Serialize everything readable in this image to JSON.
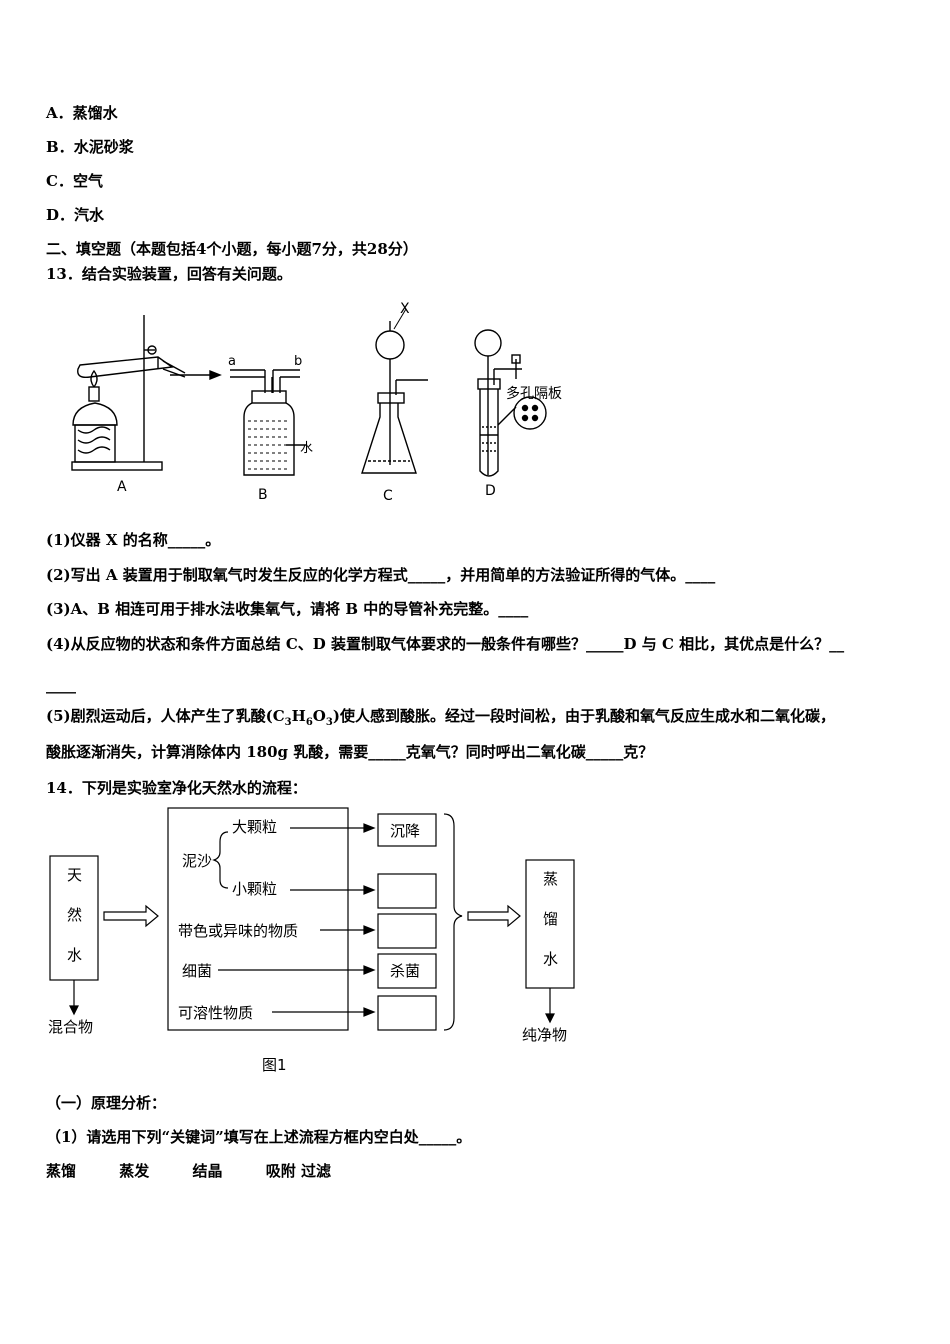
{
  "choices": [
    {
      "letter": "A．",
      "text": "蒸馏水"
    },
    {
      "letter": "B．",
      "text": "水泥砂浆"
    },
    {
      "letter": "C．",
      "text": "空气"
    },
    {
      "letter": "D．",
      "text": "汽水"
    }
  ],
  "section_heading": "二、填空题（本题包括4个小题，每小题7分，共28分）",
  "q13": {
    "stem": "13．结合实验装置，回答有关问题。",
    "figure": {
      "label_a": "A",
      "label_b": "B",
      "label_c": "C",
      "label_d": "D",
      "tube_a": "a",
      "tube_b": "b",
      "water": "水",
      "funnel_x": "X",
      "porous": "多孔隔板"
    },
    "p1": "(1)仪器 X 的名称_____。",
    "p2": "(2)写出 A 装置用于制取氧气时发生反应的化学方程式_____，并用简单的方法验证所得的气体。____",
    "p3": "(3)A、B 相连可用于排水法收集氧气，请将 B 中的导管补充完整。____",
    "p4a": "(4)从反应物的状态和条件方面总结 C、D 装置制取气体要求的一般条件有哪些？_____D 与 C 相比，其优点是什么？__",
    "p4b": "____",
    "p5_pre": "(5)剧烈运动后，人体产生了乳酸(C",
    "p5_s1": "3",
    "p5_h": "H",
    "p5_s2": "6",
    "p5_o": "O",
    "p5_s3": "3",
    "p5_post": ")使人感到酸胀。经过一段时间松，由于乳酸和氧气反应生成水和二氧化碳，",
    "p5b": "酸胀逐渐消失，计算消除体内 180g 乳酸，需要_____克氧气？同时呼出二氧化碳_____克？"
  },
  "q14": {
    "stem": "14．下列是实验室净化天然水的流程：",
    "figure": {
      "natural_water": [
        "天",
        "然",
        "水"
      ],
      "mixture": "混合物",
      "mud": "泥沙",
      "large": "大颗粒",
      "small": "小颗粒",
      "colored": "带色或异味的物质",
      "bacteria": "细菌",
      "soluble": "可溶性物质",
      "settle": "沉降",
      "sterilize": "杀菌",
      "distilled": [
        "蒸",
        "馏",
        "水"
      ],
      "pure": "纯净物",
      "caption": "图1"
    },
    "sub_heading": "（一）原理分析：",
    "sub_q1": "（1）请选用下列“关键词”填写在上述流程方框内空白处_____。",
    "keywords": [
      "蒸馏",
      "蒸发",
      "结晶",
      "吸附 过滤"
    ]
  }
}
